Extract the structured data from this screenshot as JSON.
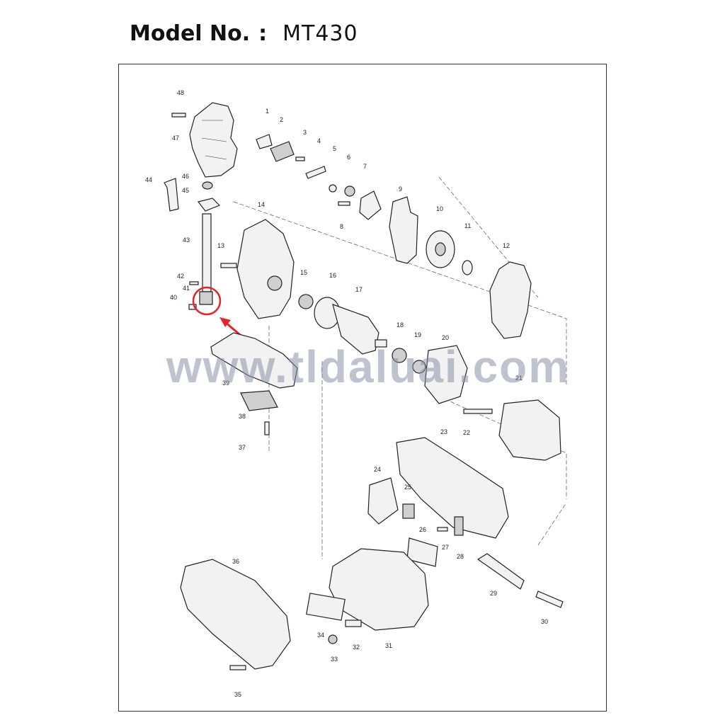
{
  "header": {
    "model_label": "Model No.",
    "separator": ":",
    "model_value": "MT430"
  },
  "watermark": {
    "text": "www.tldaluai.com"
  },
  "highlight": {
    "color": "#e0262b",
    "circled_part": "41"
  },
  "part_numbers": [
    "1",
    "2",
    "3",
    "4",
    "5",
    "6",
    "7",
    "8",
    "9",
    "10",
    "11",
    "12",
    "13",
    "14",
    "15",
    "16",
    "17",
    "18",
    "19",
    "20",
    "21",
    "22",
    "23",
    "24",
    "25",
    "26",
    "27",
    "28",
    "29",
    "30",
    "31",
    "32",
    "33",
    "34",
    "35",
    "36",
    "37",
    "38",
    "39",
    "40",
    "41",
    "42",
    "43",
    "44",
    "45",
    "46",
    "47",
    "48"
  ]
}
